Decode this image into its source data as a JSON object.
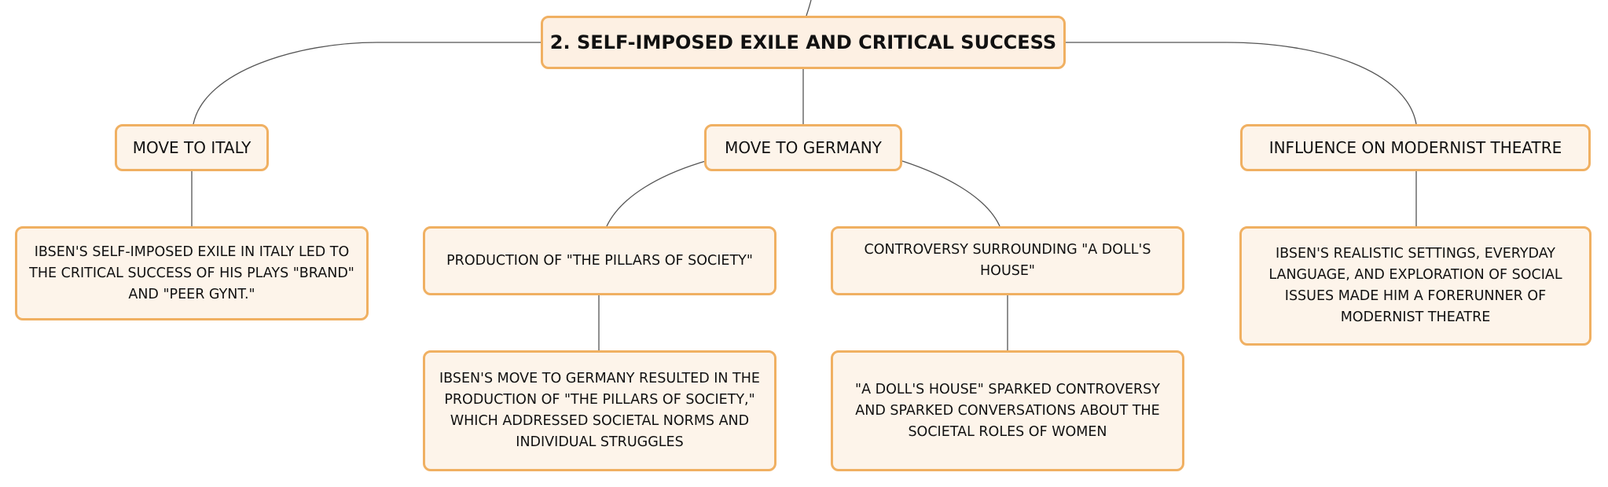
{
  "root": {
    "label": "2. SELF-IMPOSED EXILE AND CRITICAL SUCCESS"
  },
  "branches": [
    {
      "label": "MOVE TO ITALY",
      "detail": "IBSEN'S SELF-IMPOSED EXILE IN ITALY LED TO THE CRITICAL SUCCESS OF HIS PLAYS \"BRAND\" AND \"PEER GYNT.\""
    },
    {
      "label": "MOVE TO GERMANY",
      "children": [
        {
          "label": "PRODUCTION OF \"THE PILLARS OF SOCIETY\"",
          "detail": "IBSEN'S MOVE TO GERMANY RESULTED IN THE PRODUCTION OF \"THE PILLARS OF SOCIETY,\" WHICH ADDRESSED SOCIETAL NORMS AND INDIVIDUAL STRUGGLES"
        },
        {
          "label": "CONTROVERSY SURROUNDING \"A DOLL'S HOUSE\"",
          "detail": "\"A DOLL'S HOUSE\" SPARKED CONTROVERSY AND SPARKED CONVERSATIONS ABOUT THE SOCIETAL ROLES OF WOMEN"
        }
      ]
    },
    {
      "label": "INFLUENCE ON MODERNIST THEATRE",
      "detail": "IBSEN'S REALISTIC SETTINGS, EVERYDAY LANGUAGE, AND EXPLORATION OF SOCIAL ISSUES MADE HIM A FORERUNNER OF MODERNIST THEATRE"
    }
  ],
  "colors": {
    "node_fill": "#fdf4ea",
    "node_border": "#f0b062",
    "connector": "#555555",
    "text": "#111111"
  }
}
